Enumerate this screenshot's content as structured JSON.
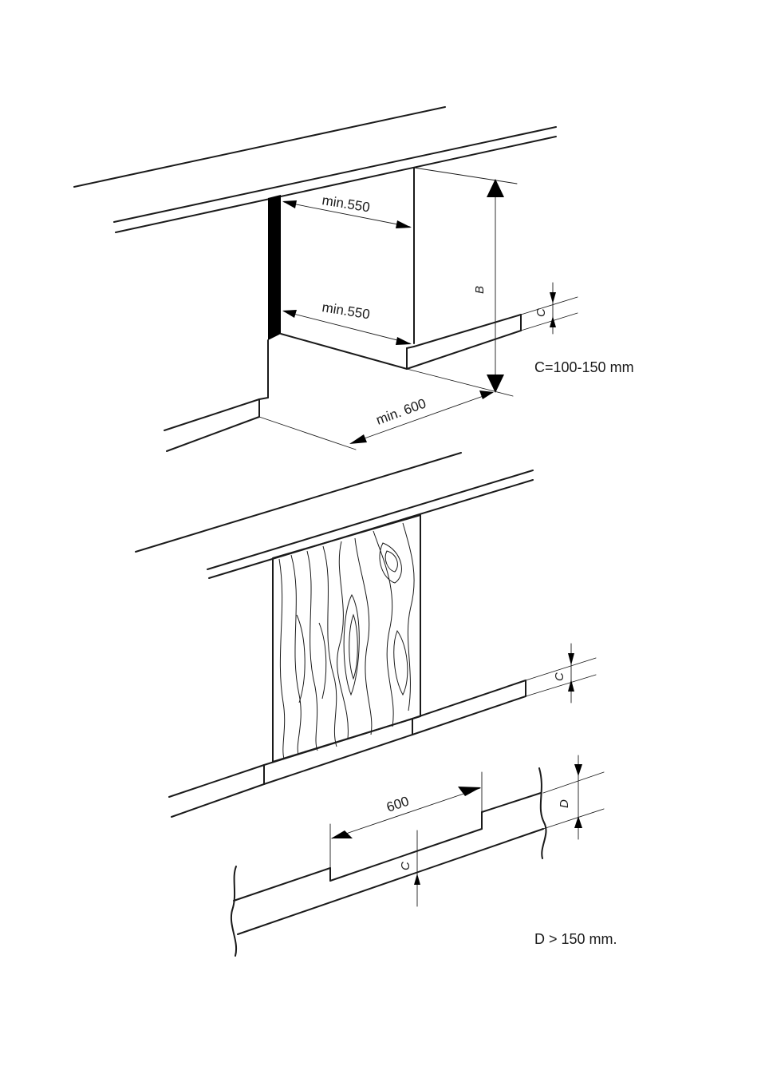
{
  "top_figure": {
    "dim_depth_top": "min.550",
    "dim_depth_bottom": "min.550",
    "dim_width": "min. 600",
    "dim_height": "B",
    "dim_plinth": "C",
    "note": "C=100-150 mm"
  },
  "bottom_figure": {
    "dim_plinth_upper": "C",
    "dim_width": "600",
    "dim_plinth_lower": "C",
    "dim_step": "D",
    "note": "D > 150 mm."
  }
}
